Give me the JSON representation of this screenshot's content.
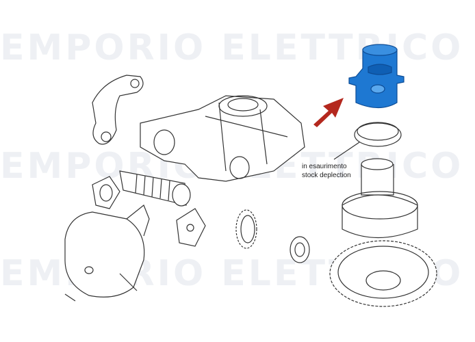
{
  "watermark": "EMPORIO ELETTRICO",
  "annotation": {
    "line1": "in esaurimento",
    "line2": "stock deplection"
  },
  "colors": {
    "highlight_part": "#1e78d2",
    "arrow": "#b4281e",
    "line_art": "#333333"
  }
}
